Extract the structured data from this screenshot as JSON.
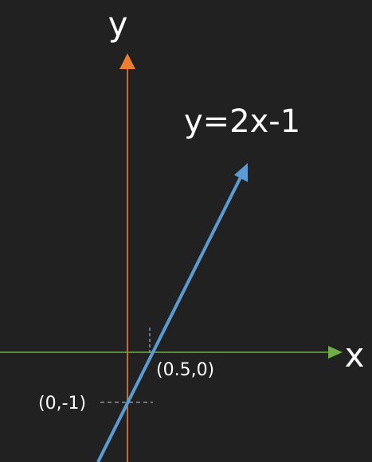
{
  "labels": {
    "y_axis": "y",
    "x_axis": "x",
    "equation": "y=2x-1",
    "x_intercept": "(0.5,0)",
    "y_intercept": "(0,-1)"
  },
  "colors": {
    "background": "#212121",
    "y_axis": "#ed7d31",
    "x_axis": "#70ad47",
    "line": "#5b9bd5",
    "guide": "#a6a6a6",
    "text": "#ffffff"
  }
}
